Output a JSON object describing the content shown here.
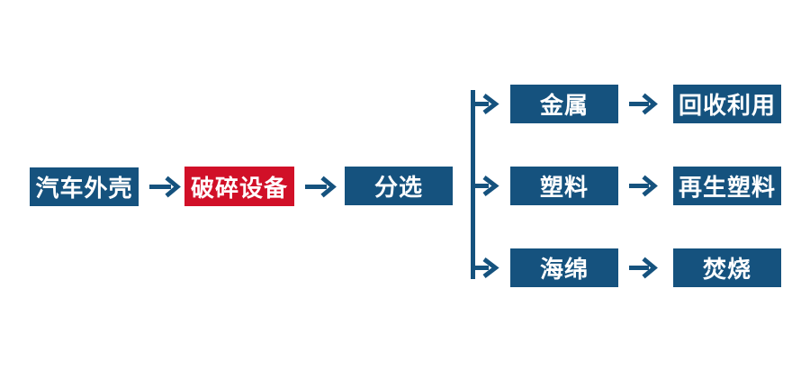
{
  "diagram": {
    "type": "flowchart",
    "nodes": {
      "car_shell": "汽车外壳",
      "crushing_equipment": "破碎设备",
      "sorting": "分选"
    },
    "branches": [
      {
        "material": "金属",
        "output": "回收利用"
      },
      {
        "material": "塑料",
        "output": "再生塑料"
      },
      {
        "material": "海绵",
        "output": "焚烧"
      }
    ]
  },
  "colors": {
    "node_blue": "#15527E",
    "node_red": "#D11028",
    "text_color": "#FFFFFF",
    "connector": "#15527E",
    "bg": "#FFFFFF"
  }
}
